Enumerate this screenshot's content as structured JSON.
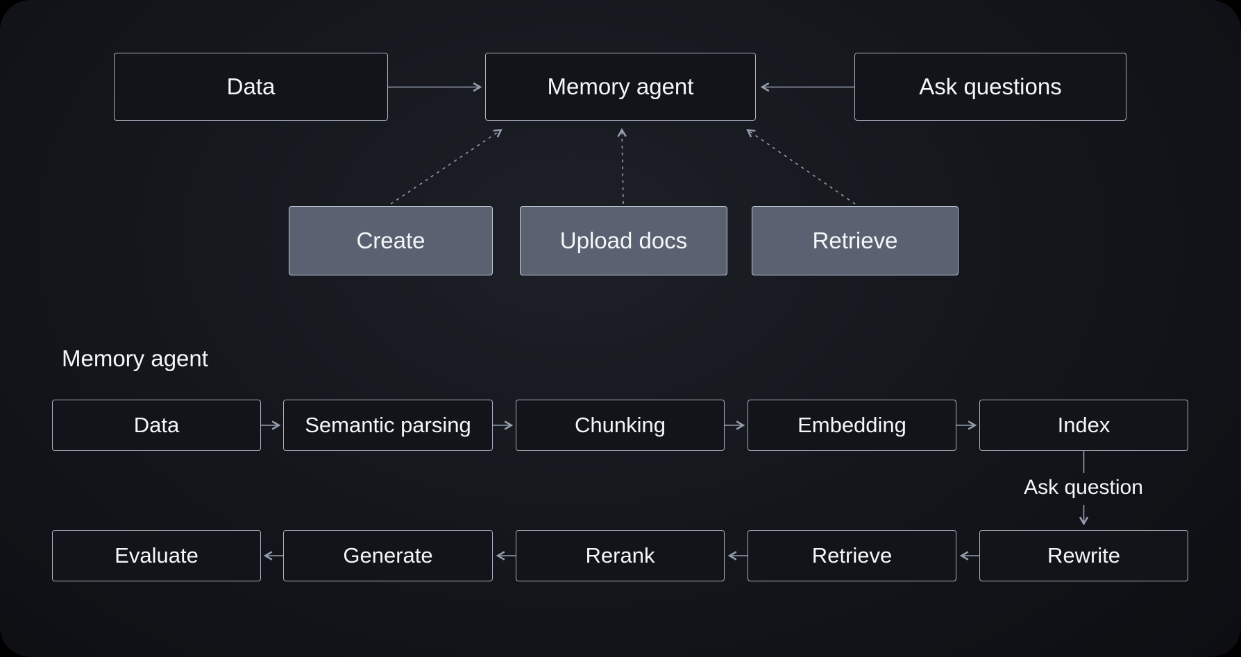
{
  "top_flow": {
    "sources": [
      {
        "label": "Data"
      },
      {
        "label": "Memory agent"
      },
      {
        "label": "Ask questions"
      }
    ],
    "actions": [
      {
        "label": "Create"
      },
      {
        "label": "Upload docs"
      },
      {
        "label": "Retrieve"
      }
    ]
  },
  "pipeline": {
    "title": "Memory agent",
    "ingest_steps": [
      "Data",
      "Semantic parsing",
      "Chunking",
      "Embedding",
      "Index"
    ],
    "transition_label": "Ask question",
    "query_steps": [
      "Evaluate",
      "Generate",
      "Rerank",
      "Retrieve",
      "Rewrite"
    ]
  },
  "colors": {
    "background": "#15171d",
    "node_dark_fill": "#121419",
    "node_light_fill": "#5a6272",
    "node_border": "#a9b1c2",
    "arrow": "#949dae",
    "text": "#f5f6f8"
  }
}
